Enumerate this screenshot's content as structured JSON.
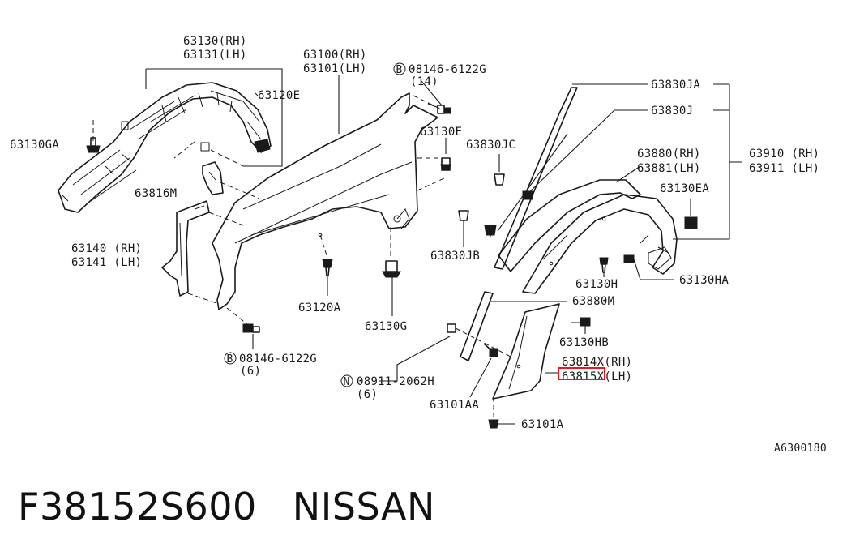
{
  "diagram": {
    "labels": [
      {
        "id": "l63130",
        "text": "63130(RH)"
      },
      {
        "id": "l63131",
        "text": "63131(LH)"
      },
      {
        "id": "l63100",
        "text": "63100(RH)"
      },
      {
        "id": "l63101",
        "text": "63101(LH)"
      },
      {
        "id": "lb08146a",
        "text": "08146-6122G"
      },
      {
        "id": "lb08146a_q",
        "text": "(14)"
      },
      {
        "id": "l63120E",
        "text": "63120E"
      },
      {
        "id": "l63130GA",
        "text": "63130GA"
      },
      {
        "id": "l63130E",
        "text": "63130E"
      },
      {
        "id": "l63830JC",
        "text": "63830JC"
      },
      {
        "id": "l63816M",
        "text": "63816M"
      },
      {
        "id": "l63140",
        "text": "63140 (RH)"
      },
      {
        "id": "l63141",
        "text": "63141 (LH)"
      },
      {
        "id": "l63120A",
        "text": "63120A"
      },
      {
        "id": "l63130G",
        "text": "63130G"
      },
      {
        "id": "lb08146b",
        "text": "08146-6122G"
      },
      {
        "id": "lb08146b_q",
        "text": "(6)"
      },
      {
        "id": "ln08911",
        "text": "08911-2062H"
      },
      {
        "id": "ln08911_q",
        "text": "(6)"
      },
      {
        "id": "l63830JA",
        "text": "63830JA"
      },
      {
        "id": "l63830J",
        "text": "63830J"
      },
      {
        "id": "l63880",
        "text": "63880(RH)"
      },
      {
        "id": "l63881",
        "text": "63881(LH)"
      },
      {
        "id": "l63910",
        "text": "63910 (RH)"
      },
      {
        "id": "l63911",
        "text": "63911 (LH)"
      },
      {
        "id": "l63130EA",
        "text": "63130EA"
      },
      {
        "id": "l63830JB",
        "text": "63830JB"
      },
      {
        "id": "l63130H",
        "text": "63130H"
      },
      {
        "id": "l63130HA",
        "text": "63130HA"
      },
      {
        "id": "l63880M",
        "text": "63880M"
      },
      {
        "id": "l63130HB",
        "text": "63130HB"
      },
      {
        "id": "l63814X",
        "text": "63814X(RH)"
      },
      {
        "id": "l63815X",
        "text": "63815X(LH)"
      },
      {
        "id": "l63101AA",
        "text": "63101AA"
      },
      {
        "id": "l63101A",
        "text": "63101A"
      },
      {
        "id": "lref",
        "text": "A6300180"
      }
    ],
    "circled_b": "B",
    "circled_n": "N",
    "highlight_color": "#e8191c"
  },
  "footer": {
    "part_number": "F38152S600",
    "brand": "NISSAN"
  }
}
